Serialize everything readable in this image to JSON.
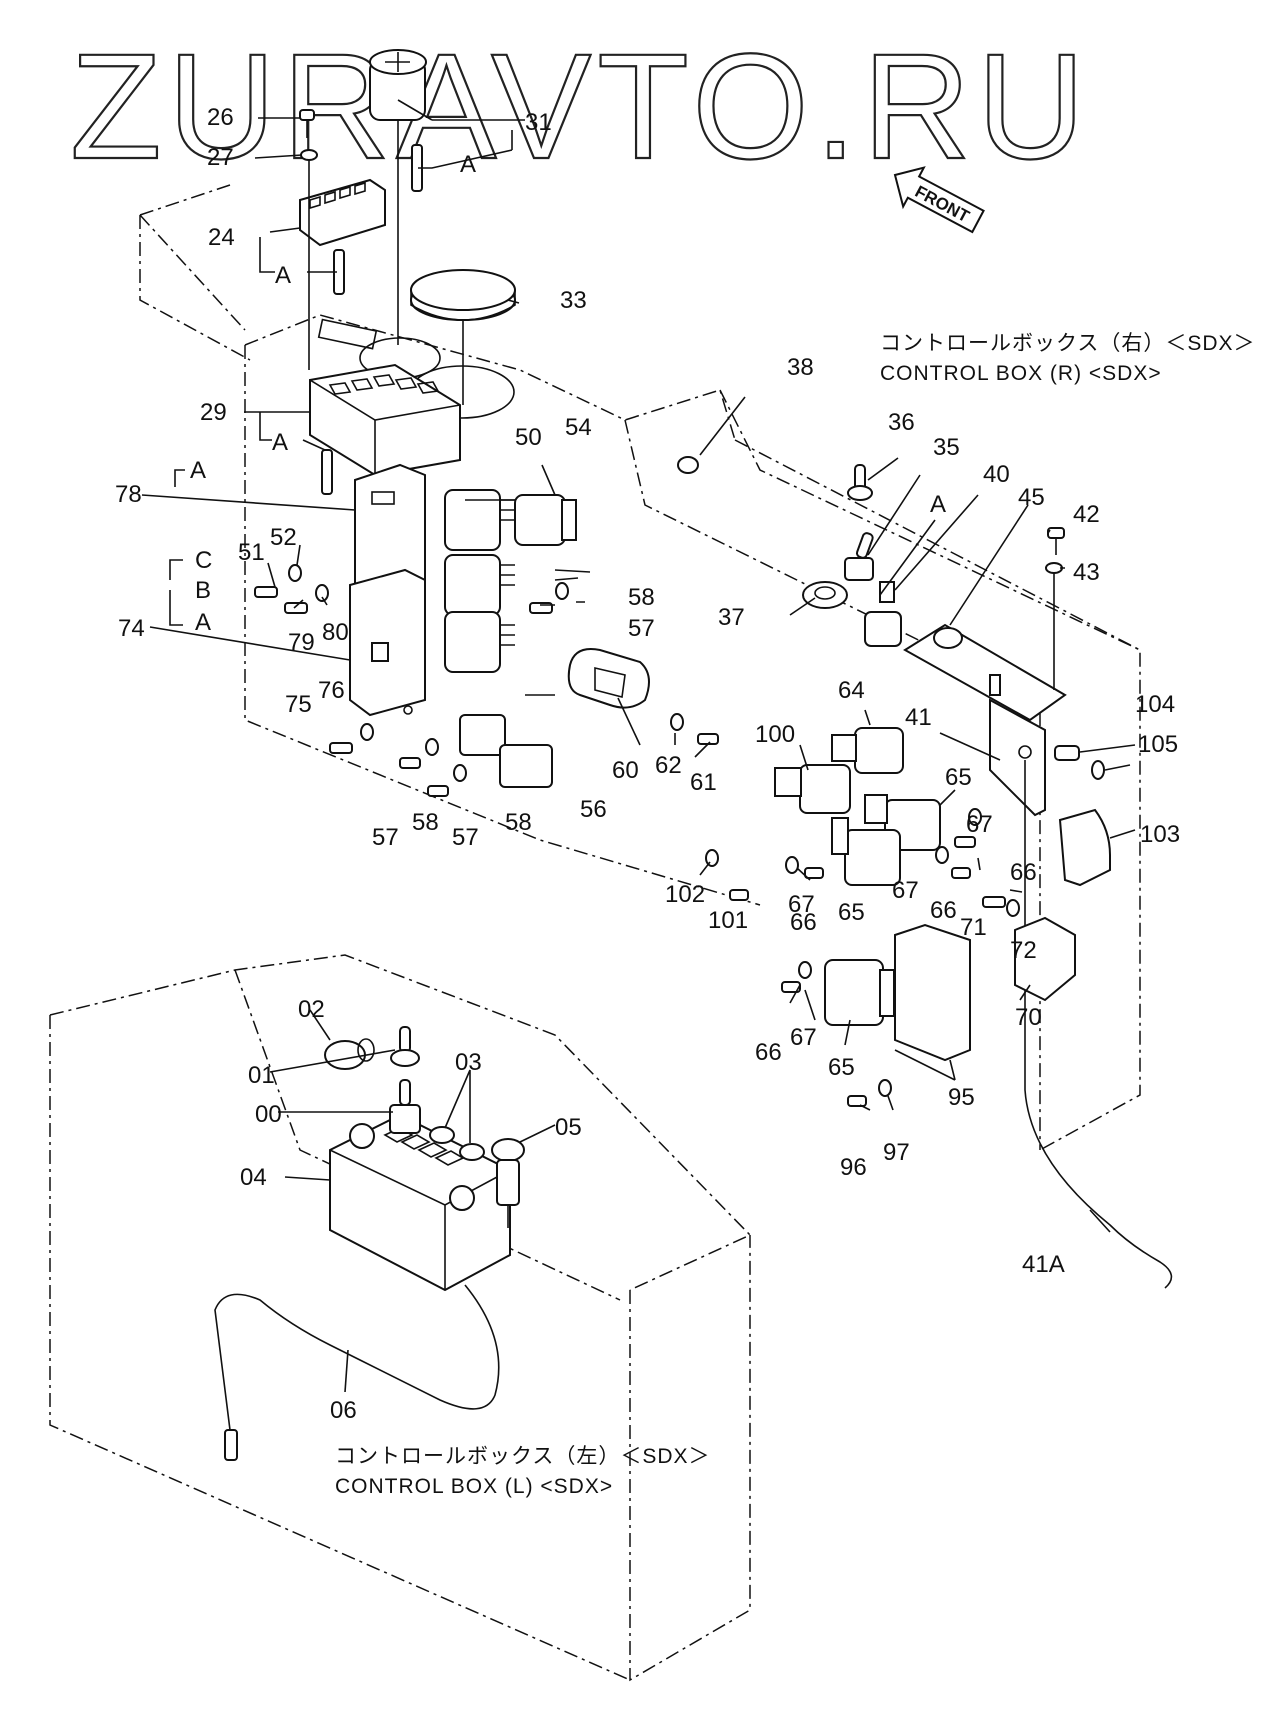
{
  "watermark": "ZURAVTO.RU",
  "direction_arrow": "FRONT",
  "captions": {
    "right_box_jp": "コントロールボックス（右）＜SDX＞",
    "right_box_en": "CONTROL BOX (R) <SDX>",
    "left_box_jp": "コントロールボックス（左）＜SDX＞",
    "left_box_en": "CONTROL BOX (L) <SDX>"
  },
  "part_labels": {
    "p26": "26",
    "p27": "27",
    "p31": "31",
    "pA1": "A",
    "p24": "24",
    "pA2": "A",
    "p33": "33",
    "p29": "29",
    "pA3": "A",
    "p50": "50",
    "p54": "54",
    "pA4": "A",
    "p78": "78",
    "p51": "51",
    "p52": "52",
    "pC": "C",
    "pB": "B",
    "pA5": "A",
    "p74": "74",
    "p79": "79",
    "p80": "80",
    "p58a": "58",
    "p57a": "57",
    "p75": "75",
    "p76": "76",
    "p57b": "57",
    "p58b": "58",
    "p57c": "57",
    "p58c": "58",
    "p56": "56",
    "p60": "60",
    "p62": "62",
    "p61": "61",
    "p38": "38",
    "p36": "36",
    "p35": "35",
    "p40": "40",
    "pA6": "A",
    "p45": "45",
    "p42": "42",
    "p43": "43",
    "p37": "37",
    "p64": "64",
    "p100": "100",
    "p41": "41",
    "p104": "104",
    "p105": "105",
    "p65a": "65",
    "p103": "103",
    "p67a": "67",
    "p66a": "66",
    "p102": "102",
    "p101": "101",
    "p67b": "67",
    "p66b": "66",
    "p65b": "65",
    "p67c": "67",
    "p66c": "66",
    "p71": "71",
    "p72": "72",
    "p70": "70",
    "p66d": "66",
    "p67d": "67",
    "p65c": "65",
    "p95": "95",
    "p96": "96",
    "p97": "97",
    "p41A": "41A",
    "p02": "02",
    "p01": "01",
    "p00": "00",
    "p03": "03",
    "p05": "05",
    "p04": "04",
    "p06": "06"
  }
}
